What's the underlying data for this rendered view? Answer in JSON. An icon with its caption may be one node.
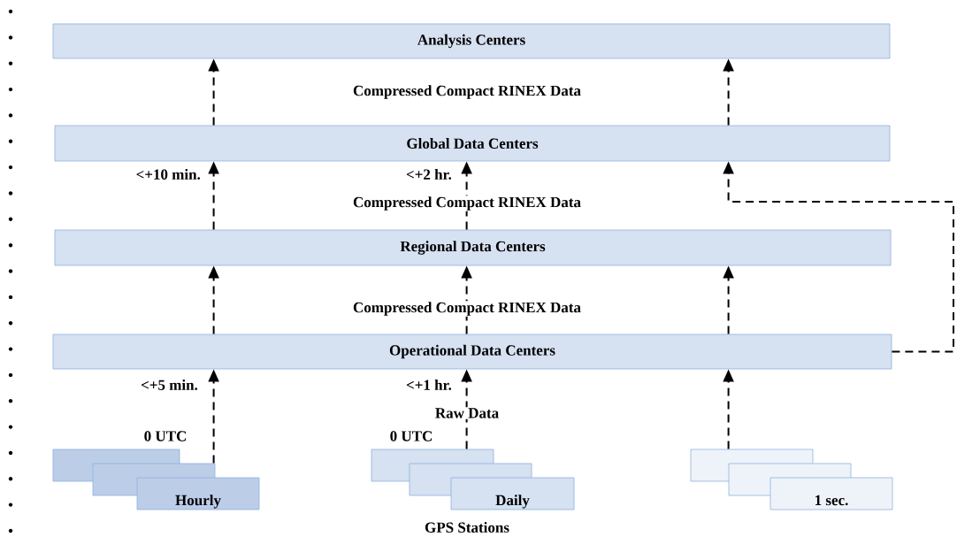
{
  "diagram": {
    "nodes": [
      {
        "text": [
          "Analysis Centers"
        ]
      },
      {
        "text": [
          "Global Data Centers"
        ]
      },
      {
        "text": [
          "Regional Data Centers"
        ]
      },
      {
        "text": [
          "Operational Data Centers"
        ]
      },
      {
        "text": [],
        "shape": "box",
        "beside": [
          "0 UTC"
        ]
      },
      {
        "text": [],
        "shape": "box"
      },
      {
        "text": [
          "Hourly"
        ]
      },
      {
        "text": [],
        "shape": "box",
        "beside": [
          "0 UTC"
        ]
      },
      {
        "text": [],
        "shape": "box"
      },
      {
        "text": [
          "Daily"
        ]
      },
      {
        "text": [],
        "shape": "box"
      },
      {
        "text": [],
        "shape": "box"
      },
      {
        "text": [
          "1 sec."
        ]
      }
    ],
    "edges": [
      {
        "from": 5,
        "to": 3,
        "arrow": "to",
        "style": "dashed"
      },
      {
        "from": 7,
        "to": 3,
        "arrow": "to",
        "style": "dashed"
      },
      {
        "from": 10,
        "to": 3,
        "arrow": "to",
        "style": "dashed"
      },
      {
        "from": 3,
        "to": 2,
        "arrow": "to",
        "style": "dashed"
      },
      {
        "from": 3,
        "to": 2,
        "arrow": "to",
        "style": "dashed"
      },
      {
        "from": 3,
        "to": 2,
        "arrow": "to",
        "style": "dashed"
      },
      {
        "from": 3,
        "to": 1,
        "arrow": "to",
        "style": "dashed"
      },
      {
        "from": 2,
        "to": 1,
        "arrow": "to",
        "style": "dashed"
      },
      {
        "from": 2,
        "to": 1,
        "arrow": "to",
        "style": "dashed"
      },
      {
        "from": 1,
        "to": 0,
        "arrow": "to",
        "style": "dashed"
      },
      {
        "from": 1,
        "to": 0,
        "arrow": "to",
        "style": "dashed"
      }
    ],
    "labels": [
      "Compressed Compact RINEX Data",
      "<+10 min.",
      "<+2 hr.",
      "Compressed Compact RINEX Data",
      "Compressed Compact RINEX Data",
      "<+5 min.",
      "<+1 hr.",
      "Raw Data",
      "GPS Stations"
    ]
  }
}
